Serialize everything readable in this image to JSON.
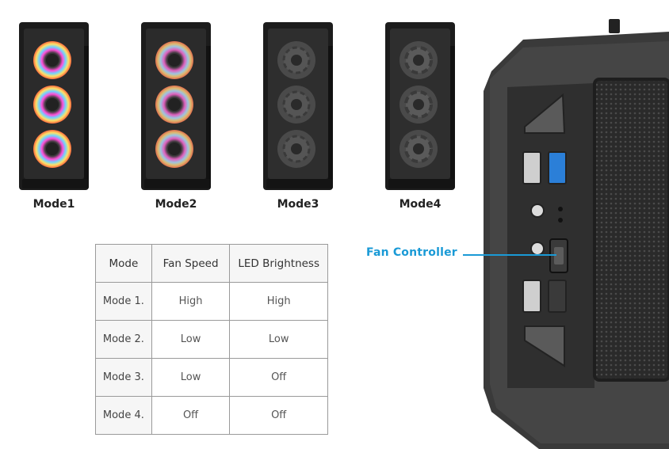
{
  "modes": [
    {
      "label": "Mode1",
      "led": "on",
      "fans": 3
    },
    {
      "label": "Mode2",
      "led": "on",
      "fans": 3
    },
    {
      "label": "Mode3",
      "led": "off",
      "fans": 3
    },
    {
      "label": "Mode4",
      "led": "off",
      "fans": 3
    }
  ],
  "table": {
    "headers": [
      "Mode",
      "Fan Speed",
      "LED Brightness"
    ],
    "rows": [
      [
        "Mode 1.",
        "High",
        "High"
      ],
      [
        "Mode 2.",
        "Low",
        "Low"
      ],
      [
        "Mode 3.",
        "Low",
        "Off"
      ],
      [
        "Mode 4.",
        "Off",
        "Off"
      ]
    ]
  },
  "callout": {
    "label": "Fan Controller",
    "color": "#1a9ad6"
  },
  "colors": {
    "case_body": "#1c1c1c",
    "panel": "#2e2e2e",
    "mesh": "#3a3a3a"
  }
}
